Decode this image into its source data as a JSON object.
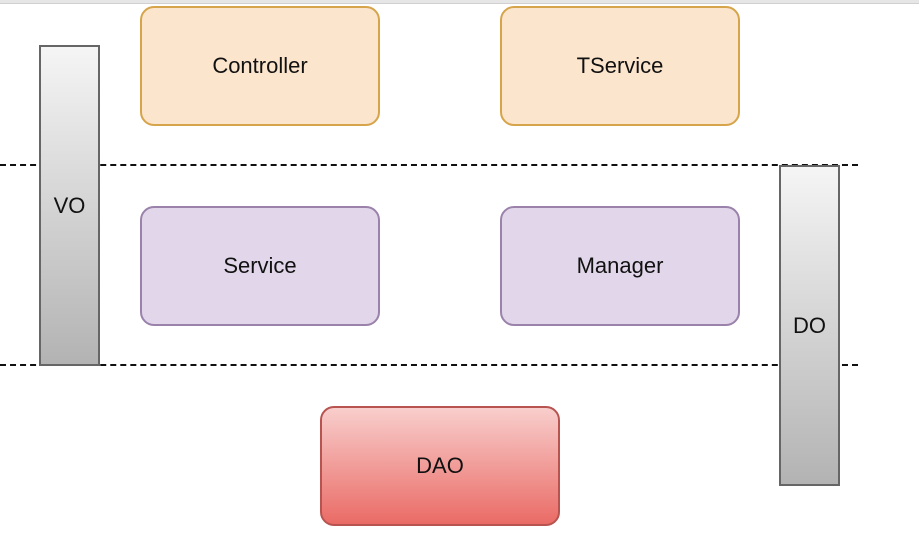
{
  "diagram": {
    "layer_boxes": [
      {
        "id": "controller",
        "label": "Controller",
        "color": "#fce5cd"
      },
      {
        "id": "tservice",
        "label": "TService",
        "color": "#fce5cd"
      },
      {
        "id": "service",
        "label": "Service",
        "color": "#e2d7ea"
      },
      {
        "id": "manager",
        "label": "Manager",
        "color": "#e2d7ea"
      },
      {
        "id": "dao",
        "label": "DAO",
        "color": "#ea6b66"
      }
    ],
    "objects": {
      "vo": {
        "label": "VO"
      },
      "do": {
        "label": "DO"
      }
    },
    "separator_style": "dashed"
  }
}
